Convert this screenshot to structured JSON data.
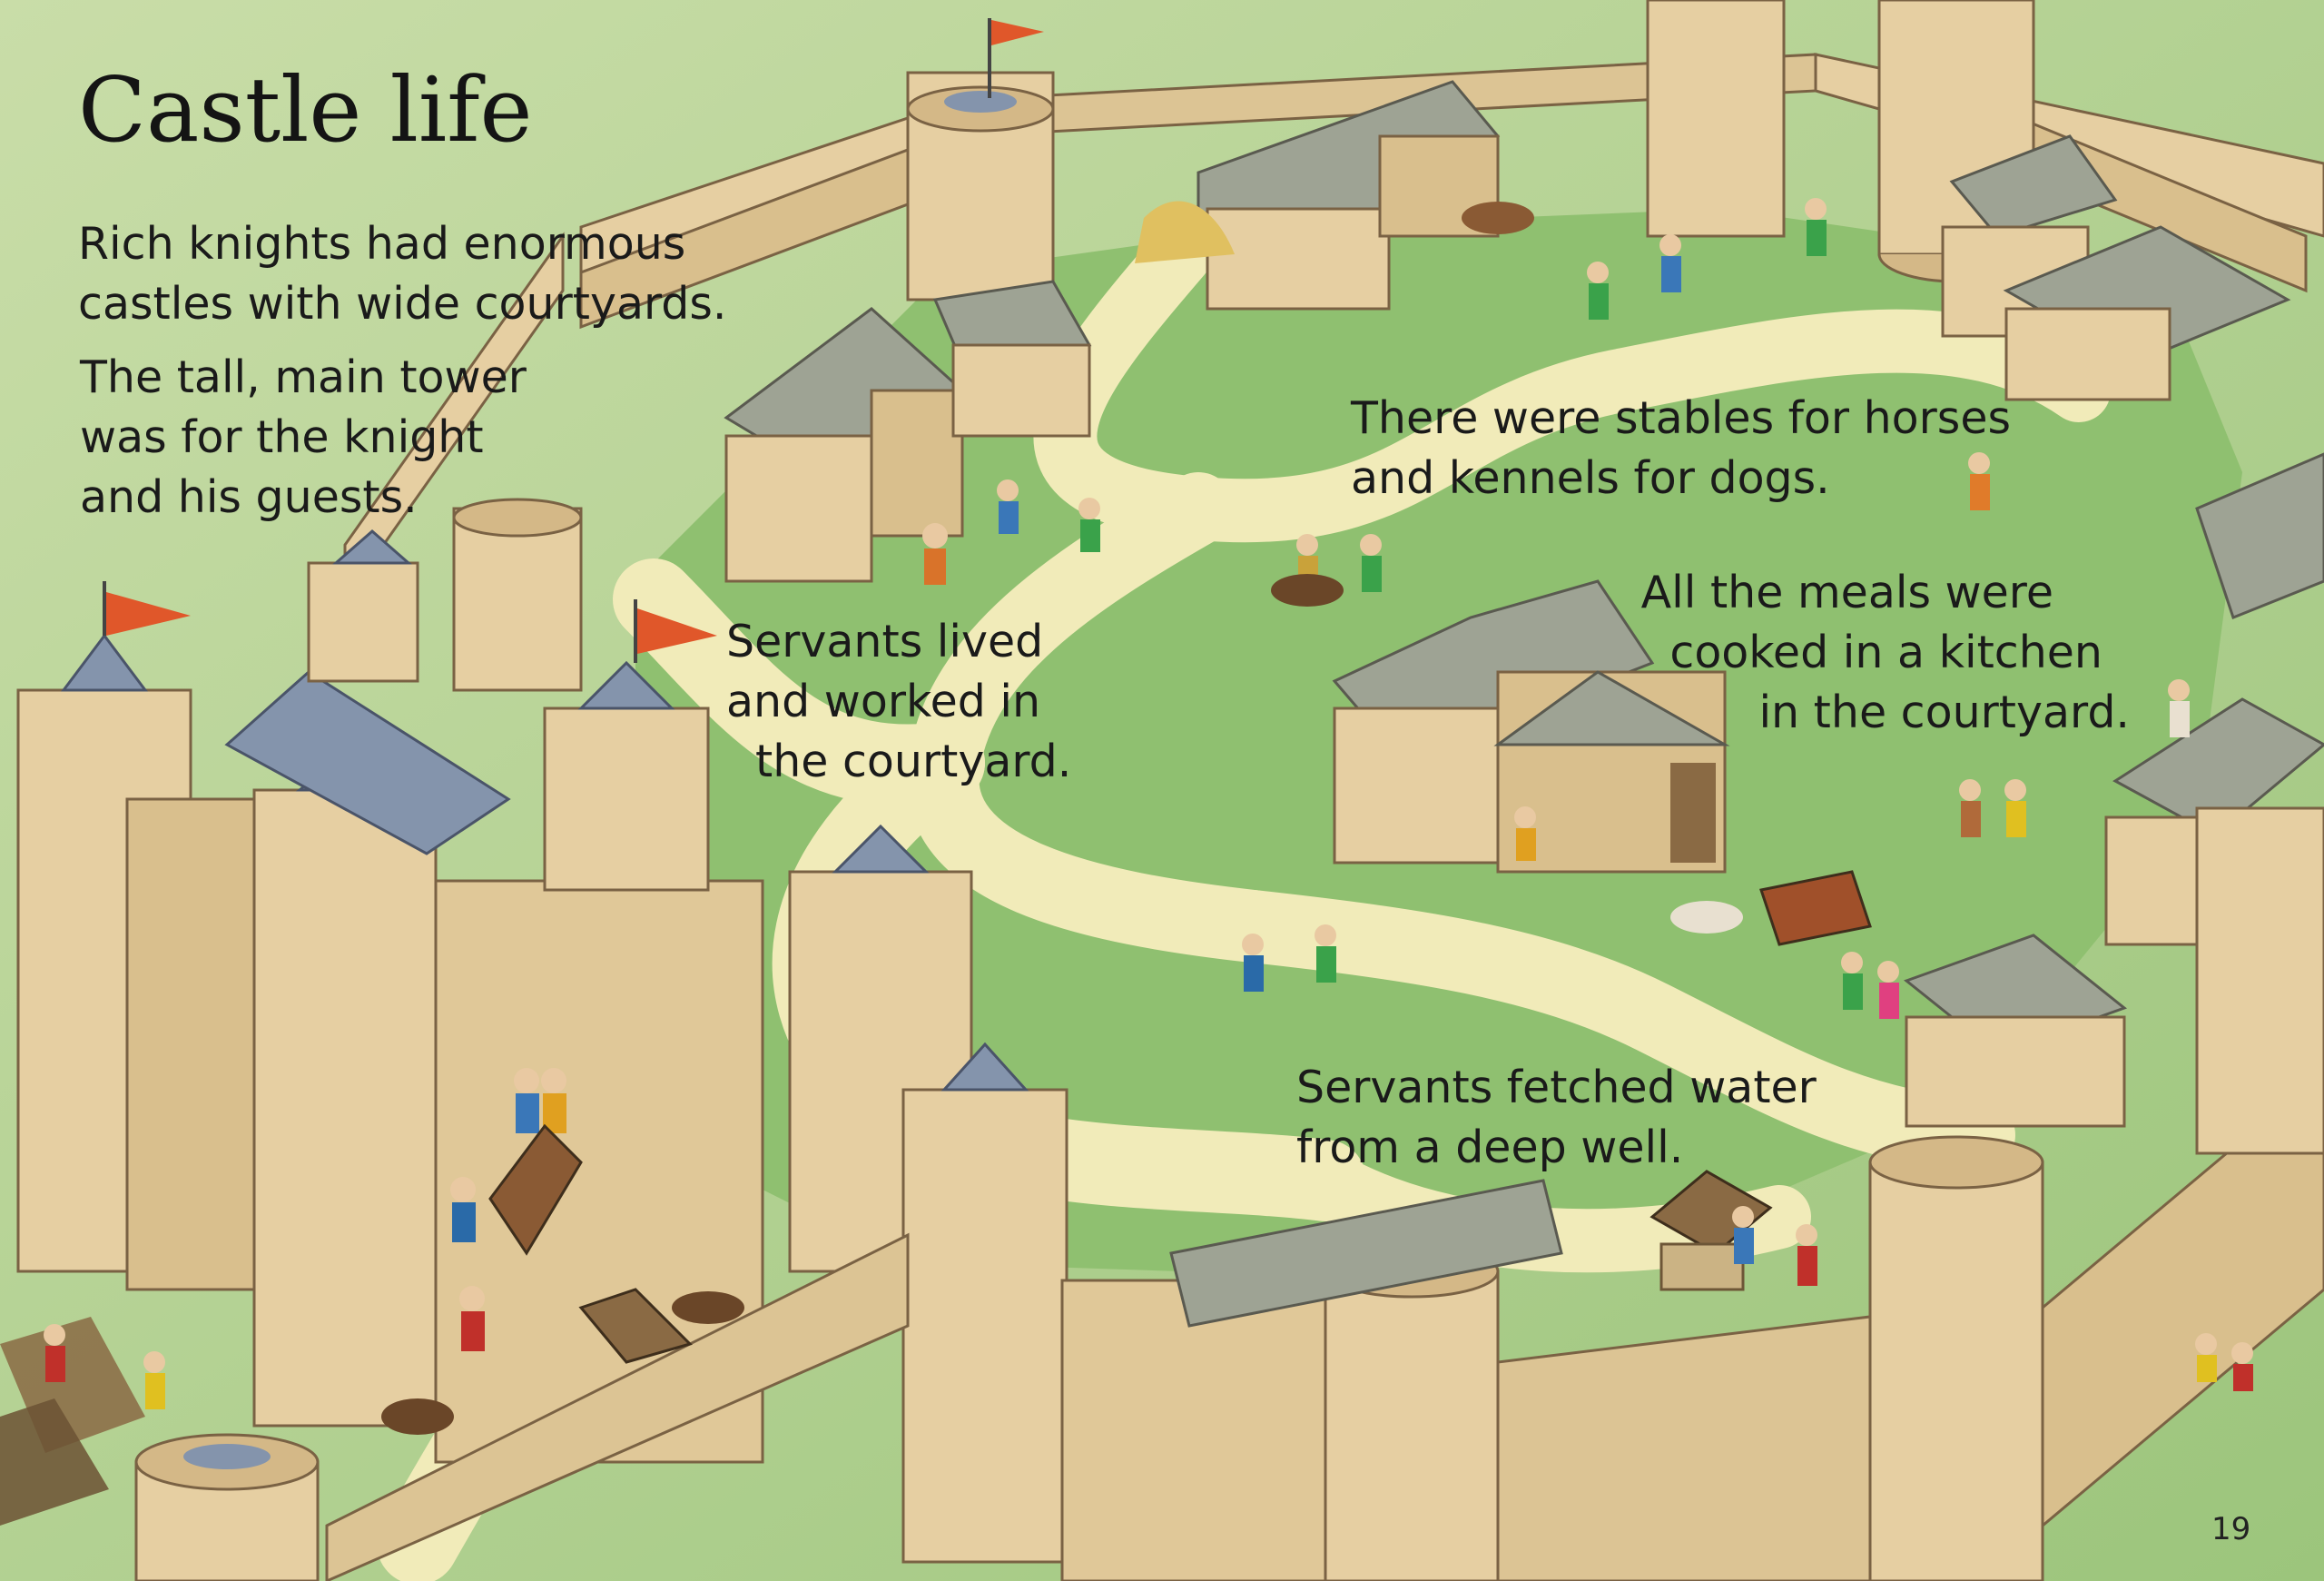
{
  "title": "Castle life",
  "captions": {
    "intro": [
      "Rich knights had enormous",
      "castles with wide courtyards."
    ],
    "tower": [
      "The tall, main tower",
      "was for the knight",
      "and his guests."
    ],
    "servants_lived": [
      "Servants lived",
      "and worked in",
      "the courtyard."
    ],
    "stables": [
      "There were stables for horses",
      "and kennels for dogs."
    ],
    "kitchen": [
      "All the meals were",
      "cooked in a kitchen",
      "in the courtyard."
    ],
    "well": [
      "Servants fetched water",
      "from a deep well."
    ]
  },
  "page_number": "19",
  "colors": {
    "grass_light": "#c8dca6",
    "grass": "#8fc070",
    "path": "#f1ebb9",
    "stone": "#e6cfa2",
    "stone_shade": "#c9ad7e",
    "roof_slate": "#8494ac",
    "roof_grey": "#9ea394",
    "flag": "#e0572a"
  }
}
